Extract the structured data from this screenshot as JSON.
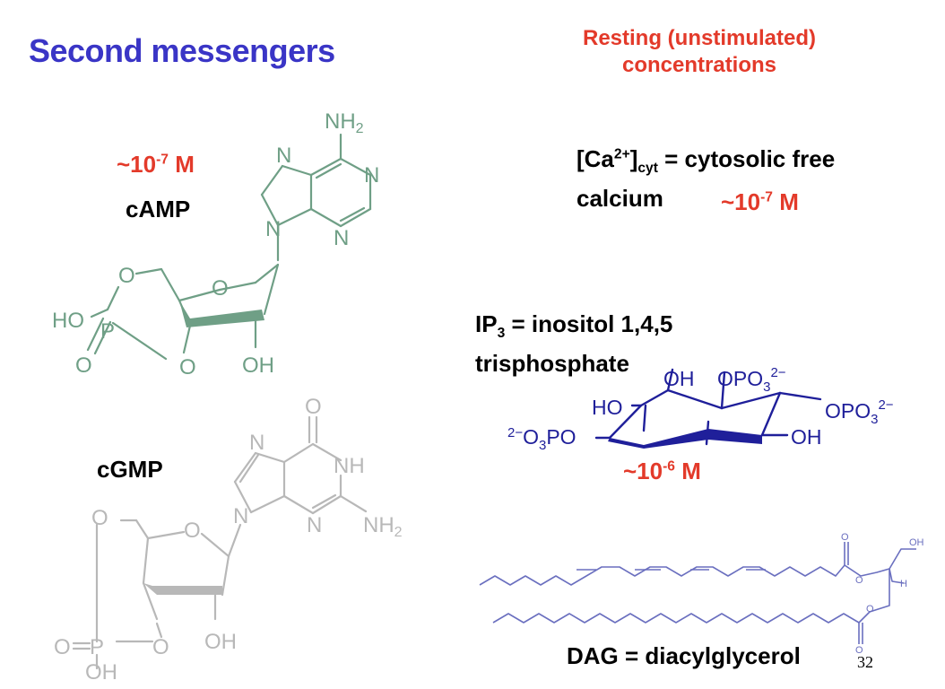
{
  "slide": {
    "title": "Second messengers",
    "subtitle_line1": "Resting (unstimulated)",
    "subtitle_line2": "concentrations",
    "page_number": "32"
  },
  "camp": {
    "conc_prefix": "~10",
    "conc_exp": "-7",
    "conc_unit": " M",
    "name": "cAMP",
    "atoms": {
      "nh2": "NH",
      "nh2_sub": "2",
      "n7": "N",
      "n1": "N",
      "n9": "N",
      "n3": "N",
      "o_ring": "O",
      "o5": "O",
      "ho": "HO",
      "p": "P",
      "o_dbl": "O",
      "o3": "O",
      "oh2": "OH"
    }
  },
  "cgmp": {
    "name": "cGMP",
    "atoms": {
      "o6": "O",
      "n7": "N",
      "nh1": "NH",
      "n9": "N",
      "n3": "N",
      "nh2": "NH",
      "nh2_sub": "2",
      "o5": "O",
      "o_ring": "O",
      "o_dbl": "O",
      "p": "P",
      "o3": "O",
      "oh2": "OH",
      "oh_p": "OH"
    }
  },
  "calcium": {
    "prefix": "[Ca",
    "charge": "2+",
    "bracket": "]",
    "sub": "cyt",
    "rest": " = cytosolic free",
    "line2": "calcium",
    "conc_prefix": "~10",
    "conc_exp": "-7",
    "conc_unit": " M"
  },
  "ip3": {
    "prefix": "IP",
    "sub": "3",
    "rest": " = inositol 1,4,5",
    "line2": "trisphosphate",
    "conc_prefix": "~10",
    "conc_exp": "-6",
    "conc_unit": " M",
    "atoms": {
      "oh_top": "OH",
      "opo3_top": "OPO",
      "opo3_top_sub": "3",
      "opo3_top_sup": "2−",
      "ho_left": "HO",
      "opo3_right": "OPO",
      "opo3_right_sub": "3",
      "opo3_right_sup": "2−",
      "o3po_sup": "2−",
      "o3po_mid": "O",
      "o3po_sub": "3",
      "o3po_end": "PO",
      "oh_bottom": "OH"
    }
  },
  "dag": {
    "label": "DAG = diacylglycerol",
    "atoms": {
      "oh": "OH",
      "o_ester1": "O",
      "h": "H",
      "o_carbonyl1": "O",
      "o_ester2": "O",
      "o_carbonyl2": "O"
    }
  },
  "colors": {
    "title": "#3a35c6",
    "concentration": "#e33a2a",
    "camp": "#6f9f86",
    "cgmp": "#b8b8b8",
    "ip3": "#1f1f9a",
    "dag": "#6a6fbf"
  }
}
